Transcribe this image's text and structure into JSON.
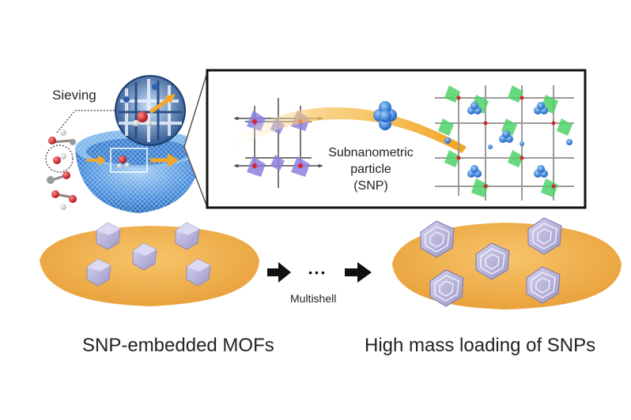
{
  "labels": {
    "sieving": "Sieving",
    "snp_line1": "Subnanometric",
    "snp_line2": "particle",
    "snp_line3": "(SNP)",
    "multishell": "Multishell",
    "ellipsis": "•••"
  },
  "captions": {
    "left": "SNP-embedded MOFs",
    "right": "High mass loading of SNPs"
  },
  "colors": {
    "bowl": "#3f86d6",
    "arrow_orange": "#f2a72a",
    "platform": "#f0b34e",
    "crystal": "#b4b0d4",
    "oxygen": "#d9232b",
    "snp_cluster": "#1f6fd1",
    "framework_green": "#4fd36a",
    "framework_purple": "#8c7fe0"
  }
}
